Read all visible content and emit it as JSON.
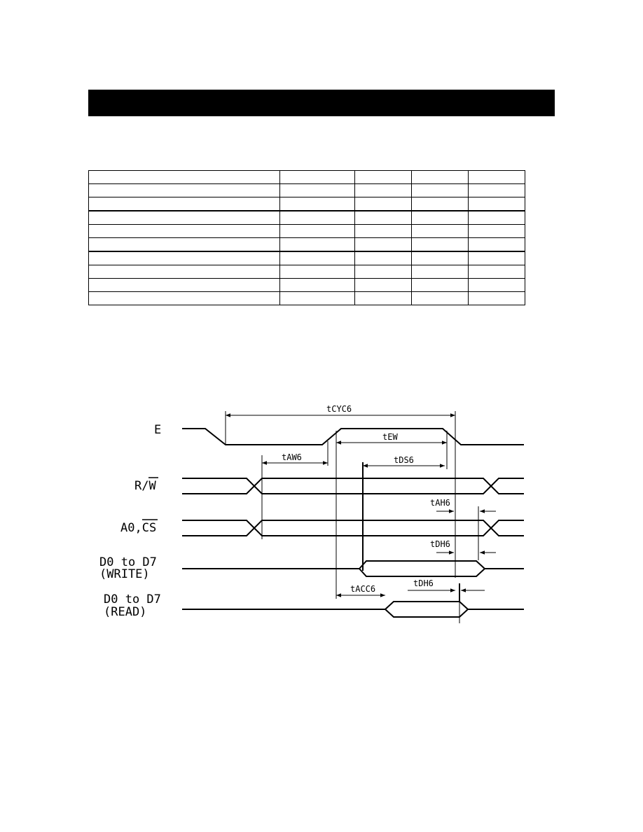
{
  "diagram": {
    "signals": {
      "e": "E",
      "rw_prefix": "R/",
      "rw_bar": "W",
      "a0_prefix": "A0,",
      "a0_bar": "CS",
      "d_write_line1": "D0 to D7",
      "d_write_line2": "(WRITE)",
      "d_read_line1": "D0 to D7",
      "d_read_line2": "(READ)"
    },
    "timings": {
      "tcyc6": "tCYC6",
      "tew": "tEW",
      "taw6": "tAW6",
      "tds6": "tDS6",
      "tah6": "tAH6",
      "tdh6_write": "tDH6",
      "tacc6": "tACC6",
      "tdh6_read": "tDH6"
    }
  }
}
